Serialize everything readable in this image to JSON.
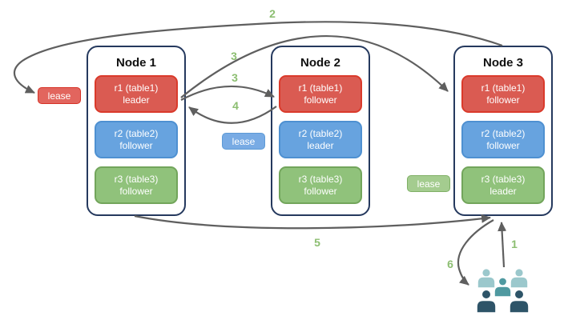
{
  "nodes": [
    {
      "title": "Node 1",
      "replicas": [
        {
          "name": "r1 (table1)",
          "role": "leader",
          "color": "red"
        },
        {
          "name": "r2 (table2)",
          "role": "follower",
          "color": "blue"
        },
        {
          "name": "r3 (table3)",
          "role": "follower",
          "color": "green"
        }
      ]
    },
    {
      "title": "Node 2",
      "replicas": [
        {
          "name": "r1 (table1)",
          "role": "follower",
          "color": "red"
        },
        {
          "name": "r2 (table2)",
          "role": "leader",
          "color": "blue"
        },
        {
          "name": "r3 (table3)",
          "role": "follower",
          "color": "green"
        }
      ]
    },
    {
      "title": "Node 3",
      "replicas": [
        {
          "name": "r1 (table1)",
          "role": "follower",
          "color": "red"
        },
        {
          "name": "r2 (table2)",
          "role": "follower",
          "color": "blue"
        },
        {
          "name": "r3 (table3)",
          "role": "leader",
          "color": "green"
        }
      ]
    }
  ],
  "leases": [
    {
      "label": "lease",
      "color": "red"
    },
    {
      "label": "lease",
      "color": "blue"
    },
    {
      "label": "lease",
      "color": "green"
    }
  ],
  "steps": [
    {
      "text": "1",
      "from": "users-group",
      "to": "node-3-bottom"
    },
    {
      "text": "2",
      "from": "node-3-top",
      "to": "red-lease"
    },
    {
      "text": "3",
      "from": "node-1-r1",
      "to": "node-3-r1"
    },
    {
      "text": "3",
      "from": "node-1-r1",
      "to": "node-2-r1"
    },
    {
      "text": "4",
      "from": "node-2-r1",
      "to": "node-1-r1"
    },
    {
      "text": "5",
      "from": "node-1-bottom",
      "to": "node-3-bottom"
    },
    {
      "text": "6",
      "from": "node-3-bottom",
      "to": "users-group"
    }
  ],
  "icons": {
    "users_group": "users-group-icon"
  },
  "colors": {
    "replica_red": "#da5b52",
    "replica_red_border": "#da3a2b",
    "replica_blue": "#67a3df",
    "replica_blue_border": "#4e90d1",
    "replica_green": "#90c27b",
    "replica_green_border": "#72a55b",
    "lease_red": "#e2655e",
    "lease_blue": "#78abe4",
    "lease_green": "#a4cc8f",
    "node_border": "#25395e",
    "arrow_gray": "#5f5f5f",
    "step_green": "#8cbe71",
    "person_light_teal": "#9bc8cc",
    "person_mid_teal": "#4f99a0",
    "person_dark_slate": "#2e5468"
  }
}
